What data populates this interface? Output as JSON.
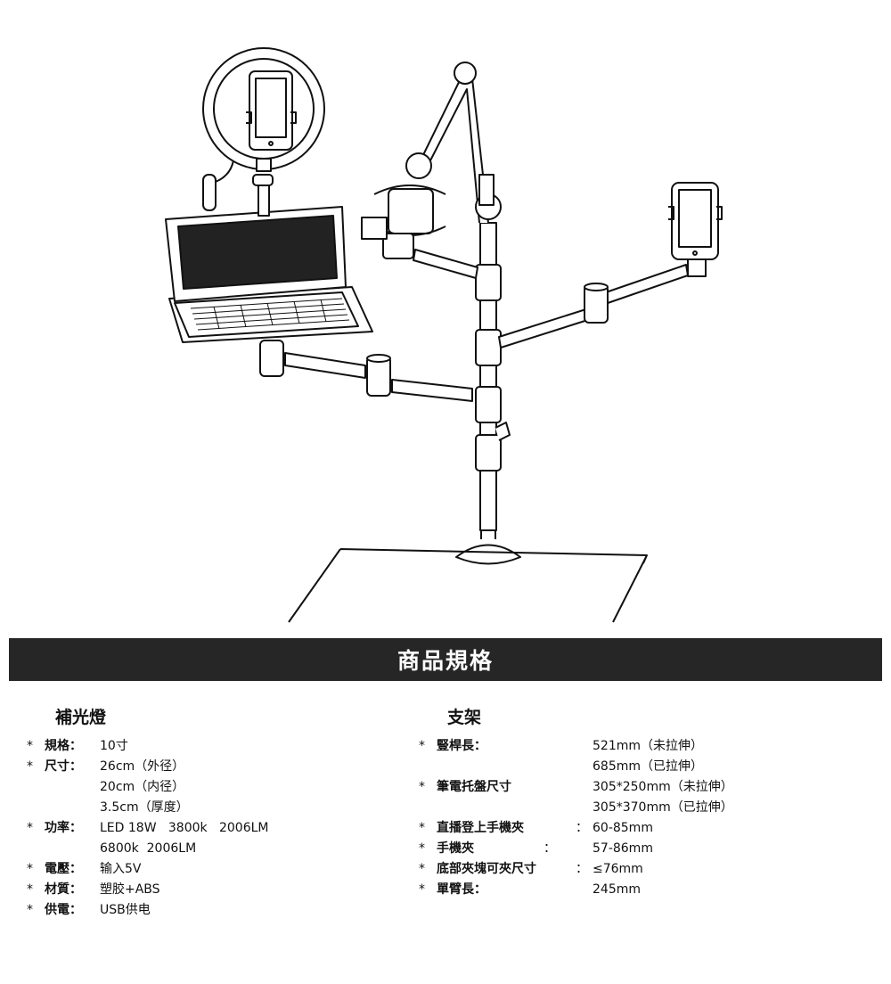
{
  "banner": {
    "title": "商品規格"
  },
  "fill_light": {
    "title": "補光燈",
    "specs": [
      {
        "label": "規格：",
        "values": [
          "10寸"
        ]
      },
      {
        "label": "尺寸：",
        "values": [
          "26cm（外径）",
          "20cm（内径）",
          "3.5cm（厚度）"
        ]
      },
      {
        "label": "功率：",
        "values": [
          "LED 18W   3800k   2006LM",
          "6800k  2006LM"
        ]
      },
      {
        "label": "電壓：",
        "values": [
          "输入5V"
        ]
      },
      {
        "label": "材質：",
        "values": [
          "塑胶+ABS"
        ]
      },
      {
        "label": "供電：",
        "values": [
          "USB供电"
        ]
      }
    ]
  },
  "stand": {
    "title": "支架",
    "specs": [
      {
        "label": "豎桿長：",
        "sep": "",
        "values": [
          "521mm（未拉伸）",
          "685mm（已拉伸）"
        ]
      },
      {
        "label": "筆電托盤尺寸",
        "sep": "",
        "values": [
          "305*250mm（未拉伸）",
          "305*370mm（已拉伸）"
        ]
      },
      {
        "label": "直播登上手機夾",
        "sep": "：",
        "values": [
          "60-85mm"
        ]
      },
      {
        "label": "手機夾",
        "sep": "：",
        "values": [
          "57-86mm"
        ]
      },
      {
        "label": "底部夾塊可夾尺寸",
        "sep": "：",
        "values": [
          "≤76mm"
        ]
      },
      {
        "label": "單臂長：",
        "sep": "",
        "values": [
          "245mm"
        ]
      }
    ]
  },
  "colors": {
    "banner_bg": "#262626",
    "line": "#111111"
  }
}
